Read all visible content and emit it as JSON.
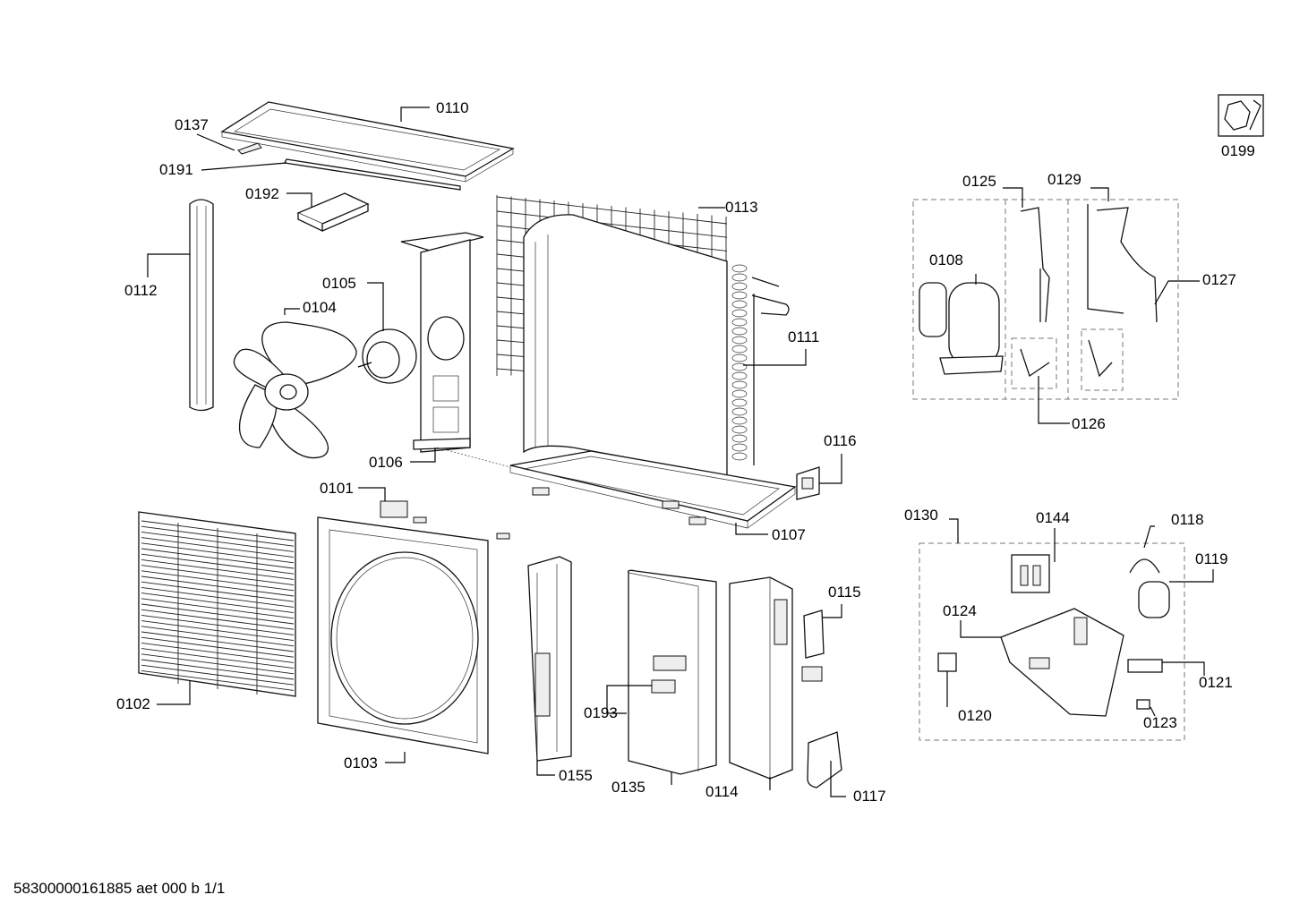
{
  "document_id": "58300000161885 aet 000 b 1/1",
  "labels": {
    "p0110": "0110",
    "p0137": "0137",
    "p0191": "0191",
    "p0192": "0192",
    "p0112": "0112",
    "p0105": "0105",
    "p0104": "0104",
    "p0113": "0113",
    "p0111": "0111",
    "p0106": "0106",
    "p0116": "0116",
    "p0107": "0107",
    "p0101": "0101",
    "p0102": "0102",
    "p0103": "0103",
    "p0155": "0155",
    "p0193": "0193",
    "p0135": "0135",
    "p0114": "0114",
    "p0115": "0115",
    "p0117": "0117",
    "p0199": "0199",
    "p0125": "0125",
    "p0129": "0129",
    "p0108": "0108",
    "p0127": "0127",
    "p0126": "0126",
    "p0130": "0130",
    "p0144": "0144",
    "p0118": "0118",
    "p0119": "0119",
    "p0124": "0124",
    "p0120": "0120",
    "p0121": "0121",
    "p0123": "0123"
  },
  "icons": {
    "service_tool": "hex-nut-wrench-icon"
  }
}
